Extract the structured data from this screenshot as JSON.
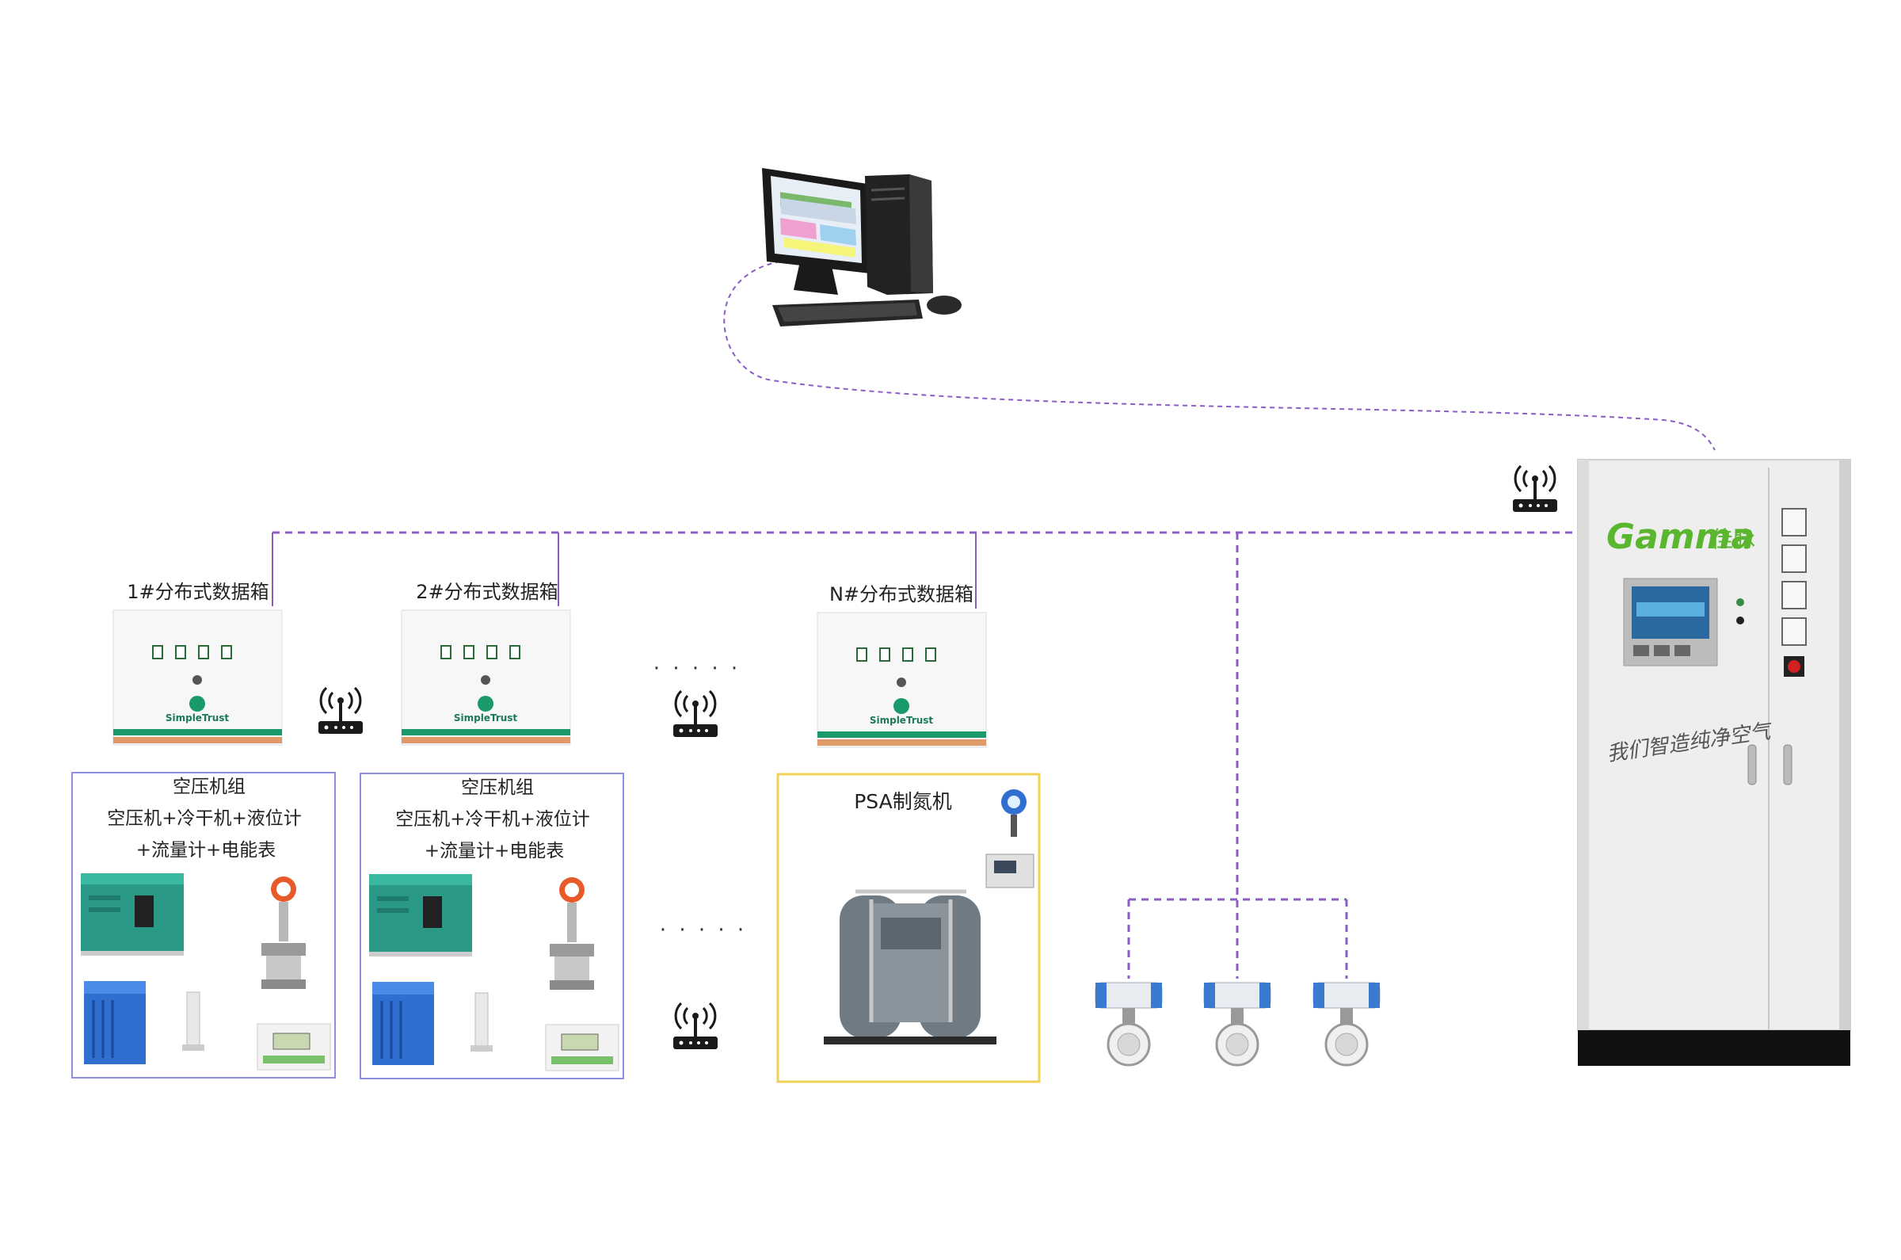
{
  "colors": {
    "bus_line": "#8a5cc4",
    "box_border_blue": "#8d8fe0",
    "box_border_yellow": "#f0d15a",
    "simpletrust_green": "#1a9a6a",
    "brand_green": "#5ab52f",
    "compressor_teal": "#2a9a86",
    "dryer_blue": "#2f6fd0"
  },
  "data_boxes": [
    {
      "label": "1#分布式数据箱",
      "brand": "SimpleTrust"
    },
    {
      "label": "2#分布式数据箱",
      "brand": "SimpleTrust"
    },
    {
      "label": "N#分布式数据箱",
      "brand": "SimpleTrust"
    }
  ],
  "equipment_groups": [
    {
      "title": "空压机组",
      "line1": "空压机+冷干机+液位计",
      "line2": "+流量计+电能表"
    },
    {
      "title": "空压机组",
      "line1": "空压机+冷干机+液位计",
      "line2": "+流量计+电能表"
    }
  ],
  "psa": {
    "title": "PSA制氮机"
  },
  "ellipsis": {
    "between_boxes": "· · · · ·",
    "between_groups": "· · · · ·"
  },
  "cabinet": {
    "brand_en": "Gamma",
    "brand_cn": "佳脉",
    "slogan": "我们智造纯净空气"
  },
  "icons": {
    "computer": "desktop-computer-icon",
    "wireless": "wireless-gateway-icon",
    "valve": "pneumatic-butterfly-valve-icon"
  }
}
